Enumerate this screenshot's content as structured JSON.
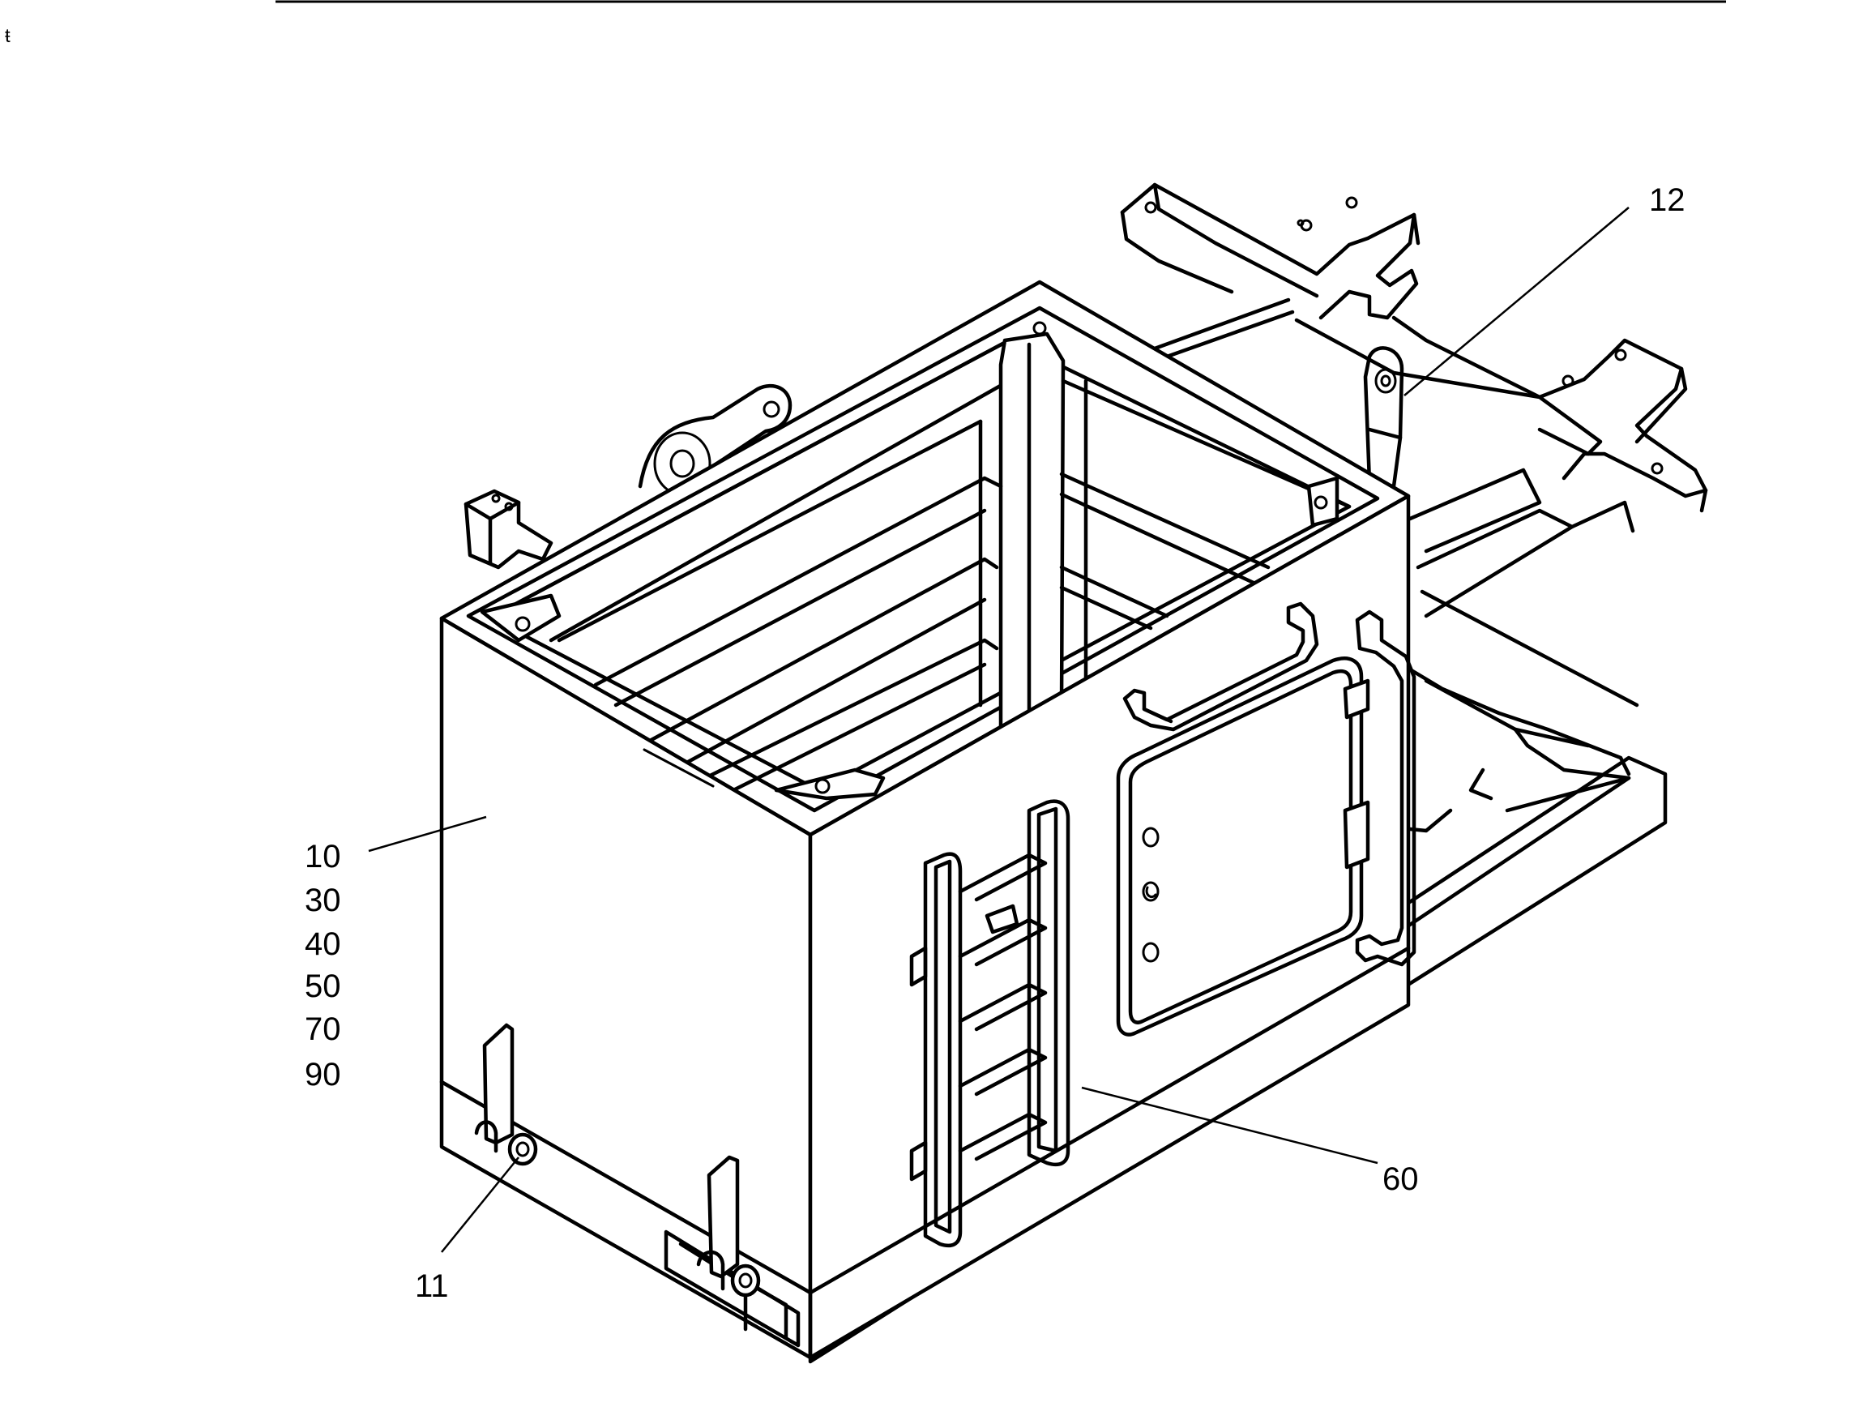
{
  "figure": {
    "callouts": {
      "c12": "12",
      "c10": "10",
      "c30": "30",
      "c40": "40",
      "c50": "50",
      "c70": "70",
      "c90": "90",
      "c60": "60",
      "c11": "11"
    }
  }
}
